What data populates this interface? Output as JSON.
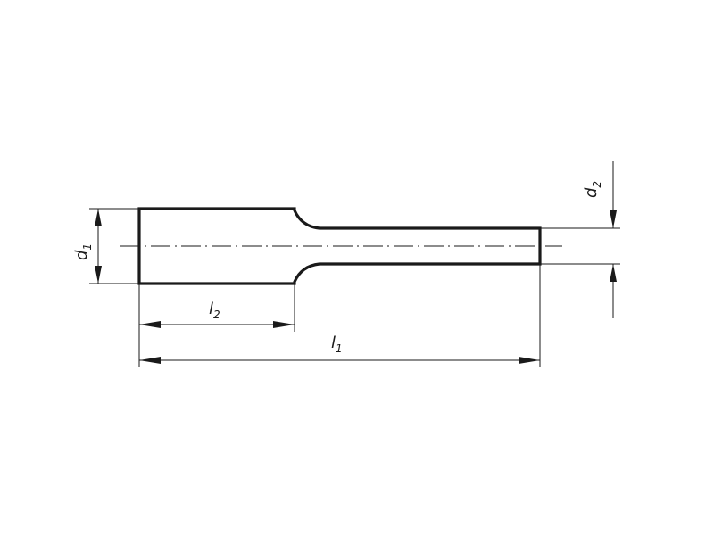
{
  "labels": {
    "d1": {
      "main": "d",
      "sub": "1"
    },
    "d2": {
      "main": "d",
      "sub": "2"
    },
    "l1": {
      "main": "l",
      "sub": "1"
    },
    "l2": {
      "main": "l",
      "sub": "2"
    }
  },
  "colors": {
    "ink": "#1a1a1a",
    "background": "#ffffff"
  }
}
